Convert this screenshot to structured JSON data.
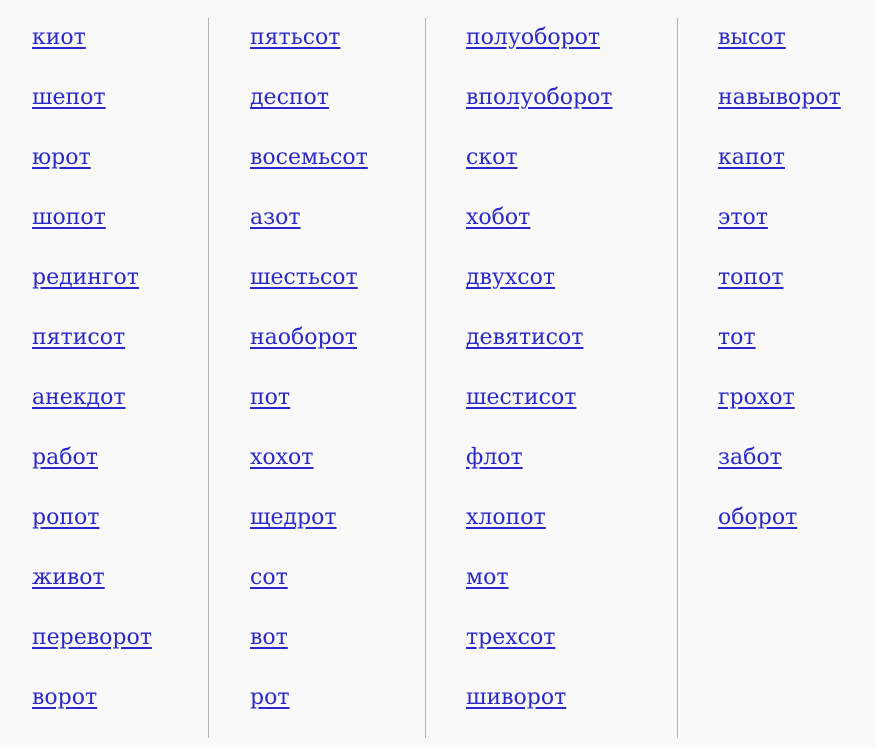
{
  "columns": [
    {
      "words": [
        "киот",
        "шепот",
        "юрот",
        "шопот",
        "редингот",
        "пятисот",
        "анекдот",
        "работ",
        "ропот",
        "живот",
        "переворот",
        "ворот"
      ]
    },
    {
      "words": [
        "пятьсот",
        "деспот",
        "восемьсот",
        "азот",
        "шестьсот",
        "наоборот",
        "пот",
        "хохот",
        "щедрот",
        "сот",
        "вот",
        "рот"
      ]
    },
    {
      "words": [
        "полуоборот",
        "вполуоборот",
        "скот",
        "хобот",
        "двухсот",
        "девятисот",
        "шестисот",
        "флот",
        "хлопот",
        "мот",
        "трехсот",
        "шиворот"
      ]
    },
    {
      "words": [
        "высот",
        "навыворот",
        "капот",
        "этот",
        "топот",
        "тот",
        "грохот",
        "забот",
        "оборот"
      ]
    }
  ],
  "colors": {
    "link": "#2a28c8",
    "background": "#f9f9f9",
    "divider": "#b3b3b3"
  }
}
